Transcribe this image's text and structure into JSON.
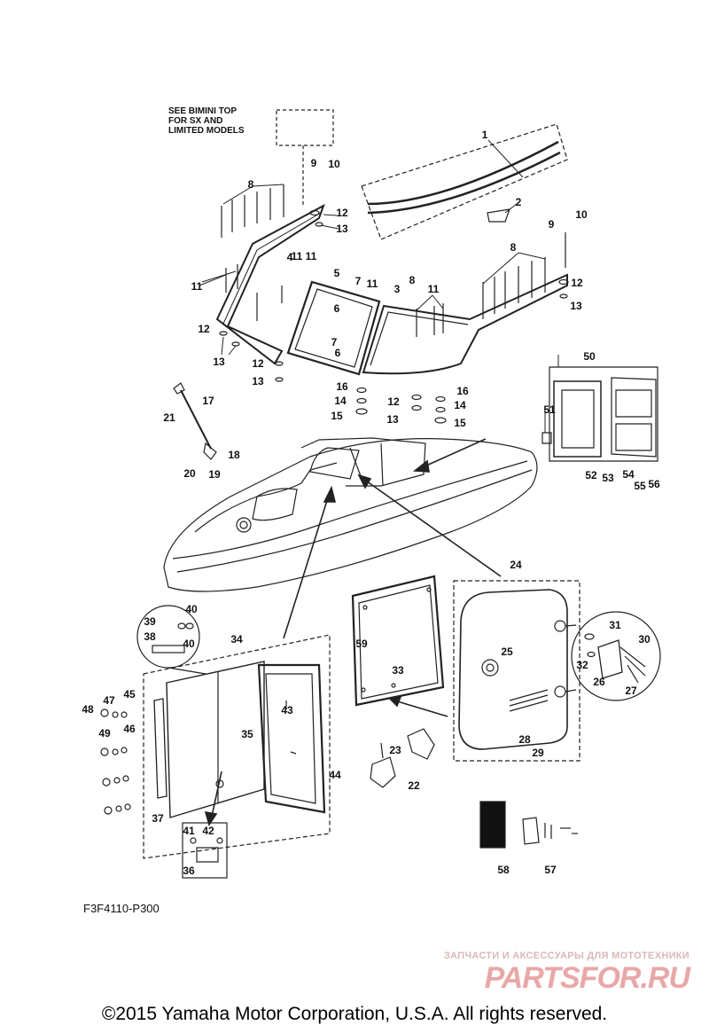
{
  "note": {
    "lines": [
      "SEE BIMINI TOP",
      "FOR SX AND",
      "LIMITED MODELS"
    ]
  },
  "callouts": [
    "1",
    "2",
    "3",
    "4",
    "5",
    "6",
    "7",
    "8",
    "9",
    "10",
    "11",
    "12",
    "13",
    "14",
    "15",
    "16",
    "17",
    "18",
    "19",
    "20",
    "21",
    "22",
    "23",
    "24",
    "25",
    "26",
    "27",
    "28",
    "29",
    "30",
    "31",
    "32",
    "33",
    "34",
    "35",
    "36",
    "37",
    "38",
    "39",
    "40",
    "41",
    "42",
    "43",
    "44",
    "45",
    "46",
    "47",
    "48",
    "49",
    "52",
    "53",
    "54",
    "55",
    "56",
    "57",
    "58",
    "59"
  ],
  "diagram_code": "F3F4110-P300",
  "watermark": {
    "subtitle": "ЗАПЧАСТИ И АКСЕССУАРЫ ДЛЯ МОТОТЕХНИКИ",
    "logo": "PARTSFOR.RU"
  },
  "copyright": "©2015 Yamaha Motor Corporation, U.S.A. All rights reserved."
}
